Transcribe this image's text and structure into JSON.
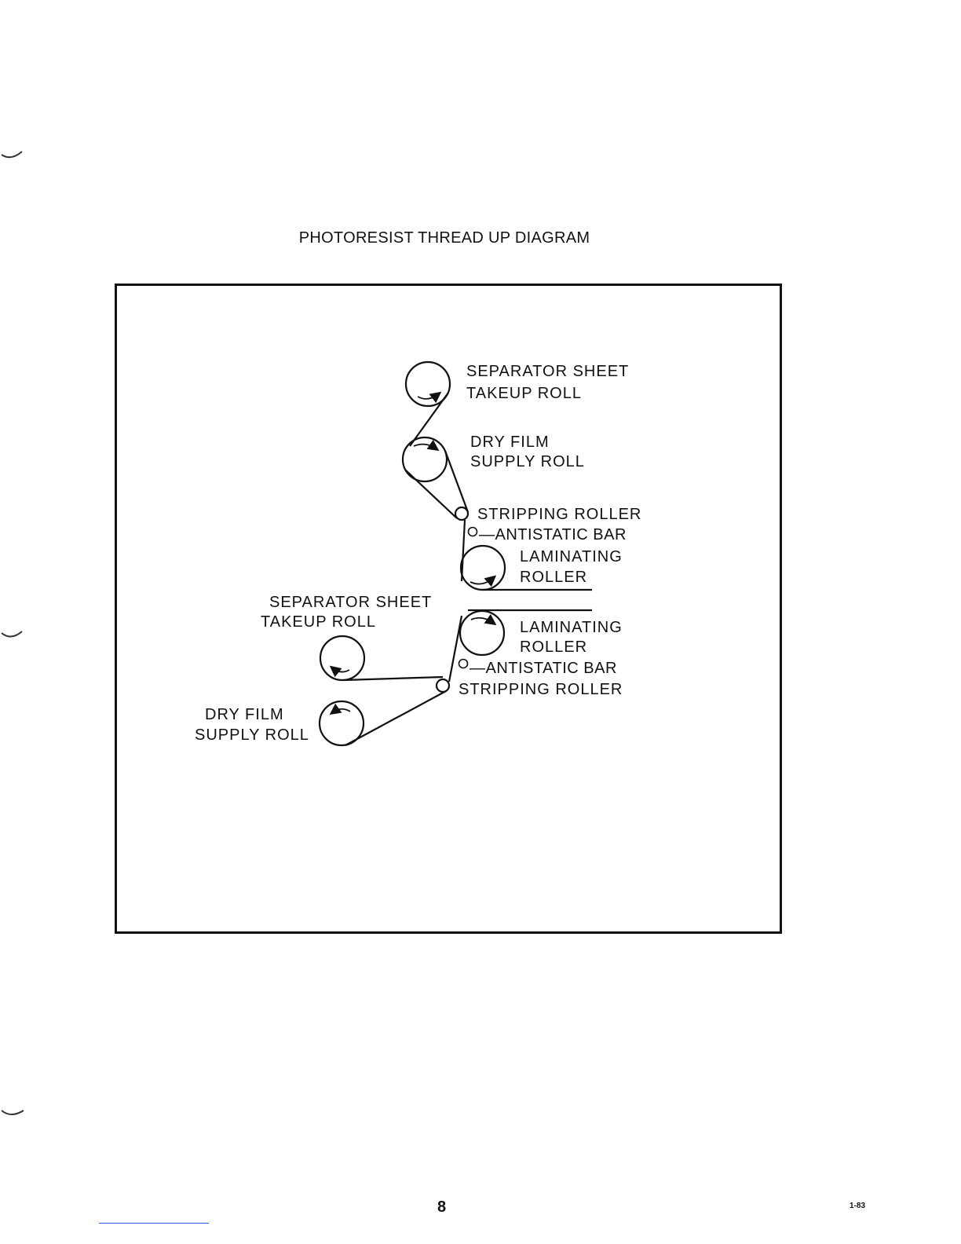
{
  "title": "PHOTORESIST THREAD UP DIAGRAM",
  "upper_assembly": {
    "separator_takeup_line1": "SEPARATOR SHEET",
    "separator_takeup_line2": "TAKEUP ROLL",
    "dry_film_line1": "DRY FILM",
    "dry_film_line2": "SUPPLY ROLL",
    "stripping_roller": "STRIPPING ROLLER",
    "antistatic_bar": "—ANTISTATIC BAR",
    "laminating_line1": "LAMINATING",
    "laminating_line2": "ROLLER"
  },
  "lower_assembly": {
    "separator_takeup_line1": "SEPARATOR SHEET",
    "separator_takeup_line2": "TAKEUP ROLL",
    "dry_film_line1": "DRY FILM",
    "dry_film_line2": "SUPPLY ROLL",
    "laminating_line1": "LAMINATING",
    "laminating_line2": "ROLLER",
    "antistatic_bar": "—ANTISTATIC BAR",
    "stripping_roller": "STRIPPING ROLLER"
  },
  "footer": {
    "page_number": "8",
    "revision": "1-83"
  }
}
